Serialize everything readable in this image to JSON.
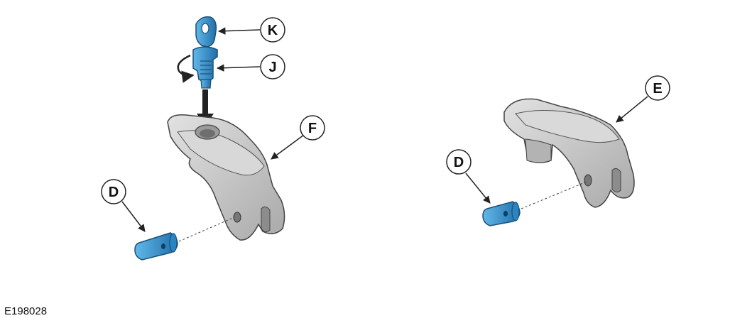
{
  "figure": {
    "reference_code": "E198028",
    "callouts": {
      "K": "K",
      "J": "J",
      "F": "F",
      "D_left": "D",
      "E": "E",
      "D_right": "D"
    },
    "colors": {
      "part_gray": "#cfcfcf",
      "part_dark": "#8c8c8c",
      "part_blue": "#3a9ed8",
      "part_blue_dark": "#1f6fa8",
      "line": "#222222"
    },
    "parts": [
      "key",
      "lock-cylinder",
      "clamp-bracket-with-lock",
      "pin",
      "clamp-bracket",
      "pin"
    ]
  }
}
